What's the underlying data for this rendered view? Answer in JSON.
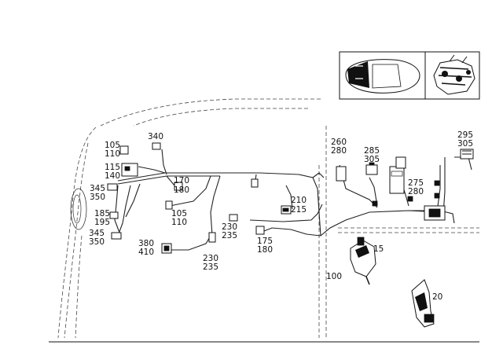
{
  "callouts": [
    {
      "id": "c-340",
      "text": "340"
    },
    {
      "id": "c-105a",
      "text": "105"
    },
    {
      "id": "c-110a",
      "text": "110"
    },
    {
      "id": "c-115",
      "text": "115"
    },
    {
      "id": "c-140",
      "text": "140"
    },
    {
      "id": "c-345a",
      "text": "345"
    },
    {
      "id": "c-350a",
      "text": "350"
    },
    {
      "id": "c-185",
      "text": "185"
    },
    {
      "id": "c-195",
      "text": "195"
    },
    {
      "id": "c-345b",
      "text": "345"
    },
    {
      "id": "c-350b",
      "text": "350"
    },
    {
      "id": "c-170",
      "text": "170"
    },
    {
      "id": "c-180a",
      "text": "180"
    },
    {
      "id": "c-105b",
      "text": "105"
    },
    {
      "id": "c-110b",
      "text": "110"
    },
    {
      "id": "c-380",
      "text": "380"
    },
    {
      "id": "c-410",
      "text": "410"
    },
    {
      "id": "c-230a",
      "text": "230"
    },
    {
      "id": "c-235a",
      "text": "235"
    },
    {
      "id": "c-230b",
      "text": "230"
    },
    {
      "id": "c-235b",
      "text": "235"
    },
    {
      "id": "c-175",
      "text": "175"
    },
    {
      "id": "c-180b",
      "text": "180"
    },
    {
      "id": "c-210",
      "text": "210"
    },
    {
      "id": "c-215",
      "text": "215"
    },
    {
      "id": "c-260",
      "text": "260"
    },
    {
      "id": "c-280a",
      "text": "280"
    },
    {
      "id": "c-285",
      "text": "285"
    },
    {
      "id": "c-305a",
      "text": "305"
    },
    {
      "id": "c-275",
      "text": "275"
    },
    {
      "id": "c-280b",
      "text": "280"
    },
    {
      "id": "c-295",
      "text": "295"
    },
    {
      "id": "c-305b",
      "text": "305"
    },
    {
      "id": "c-15",
      "text": "15"
    },
    {
      "id": "c-100",
      "text": "100"
    },
    {
      "id": "c-20",
      "text": "20"
    }
  ],
  "colors": {
    "line": "#222222",
    "background": "#ffffff"
  },
  "icons": [
    "car-thumbnail-icon",
    "engine-thumbnail-icon"
  ]
}
